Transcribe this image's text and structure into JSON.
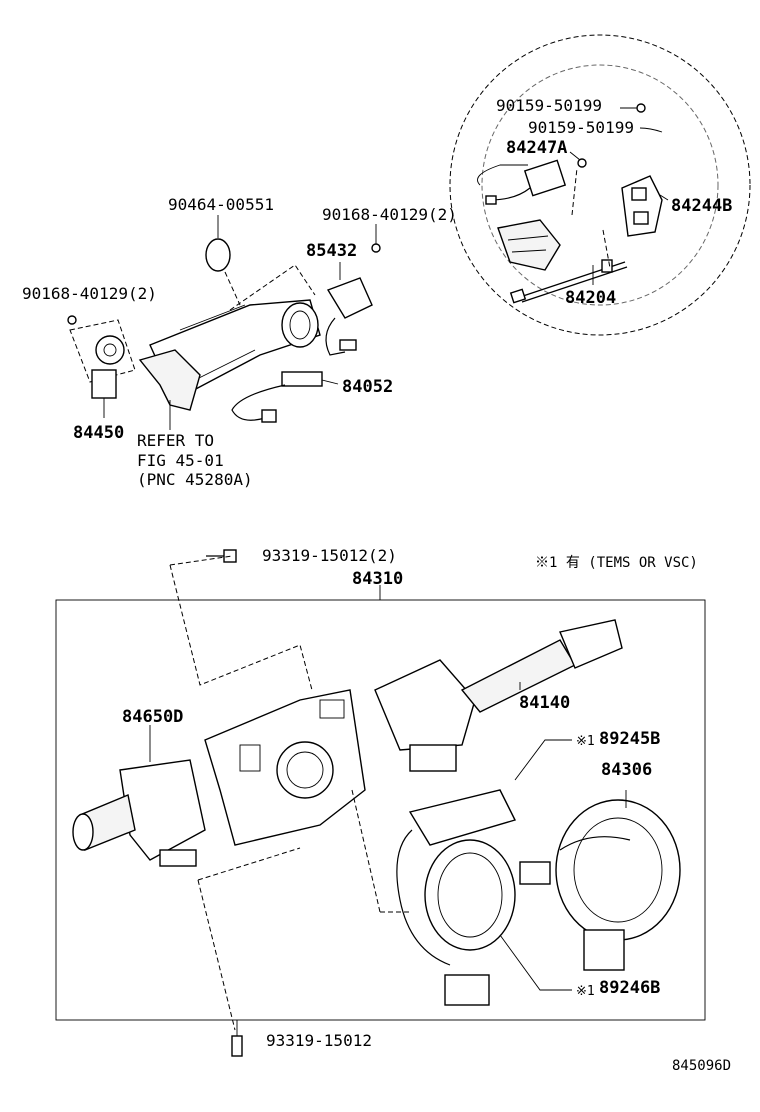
{
  "labels": {
    "p90159_a": "90159-50199",
    "p90159_b": "90159-50199",
    "p84247A": "84247A",
    "p84244B": "84244B",
    "p84204": "84204",
    "p90464": "90464-00551",
    "p90168_right": "90168-40129(2)",
    "p85432": "85432",
    "p90168_left": "90168-40129(2)",
    "p84052": "84052",
    "p84450": "84450",
    "refer_line1": "REFER TO",
    "refer_line2": "FIG 45-01",
    "refer_line3": "(PNC 45280A)",
    "p93319_top": "93319-15012(2)",
    "p84310": "84310",
    "note_star": "※1 有 (TEMS OR VSC)",
    "p84140": "84140",
    "p84650D": "84650D",
    "p89245B": "89245B",
    "star_89245B": "※1",
    "p84306": "84306",
    "p89246B": "89246B",
    "star_89246B": "※1",
    "p93319_bottom": "93319-15012",
    "figure_id": "845096D"
  }
}
